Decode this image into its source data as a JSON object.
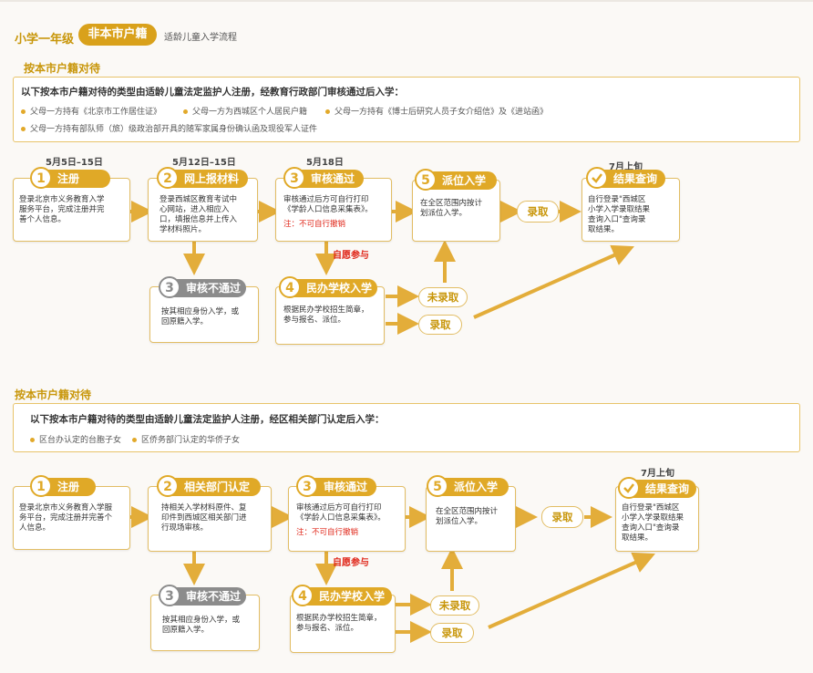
{
  "header": {
    "grade": "小学一年级",
    "tab": "非本市户籍",
    "subtitle": "适龄儿童入学流程"
  },
  "section1": {
    "title": "按本市户籍对待",
    "info_title": "以下按本市户籍对待的类型由适龄儿童法定监护人注册，经教育行政部门审核通过后入学：",
    "bullets": [
      "父母一方持有《北京市工作居住证》",
      "父母一方为西城区个人居民户籍",
      "父母一方持有《博士后研究人员子女介绍信》及《进站函》",
      "父母一方持有部队师（旅）级政治部开具的随军家属身份确认函及现役军人证件"
    ],
    "dates": [
      "5月5日–15日",
      "5月12日–15日",
      "5月18日",
      "7月上旬"
    ],
    "steps": [
      {
        "num": "1",
        "label": "注册",
        "text": [
          "登录北京市义务教育入学",
          "服务平台，完成注册并完",
          "善个人信息。"
        ]
      },
      {
        "num": "2",
        "label": "网上报材料",
        "text": [
          "登录西城区教育考试中",
          "心网站，进入相应入",
          "口，填报信息并上传入",
          "学材料照片。"
        ]
      },
      {
        "num": "3",
        "label": "审核通过",
        "text": [
          "审核通过后方可自行打印",
          "《学龄人口信息采集表》。"
        ],
        "note": "注：不可自行撤销"
      },
      {
        "num": "5",
        "label": "派位入学",
        "text": [
          "在全区范围内按计",
          "划派位入学。"
        ]
      },
      {
        "label": "结果查询",
        "text": [
          "自行登录\"西城区",
          "小学入学录取结果",
          "查询入口\"查询录",
          "取结果。"
        ]
      }
    ],
    "fail": {
      "num": "3",
      "label": "审核不通过",
      "text": [
        "按其相应身份入学，或",
        "回原籍入学。"
      ]
    },
    "private": {
      "num": "4",
      "label": "民办学校入学",
      "text": [
        "根据民办学校招生简章，",
        "参与报名、派位。"
      ]
    },
    "volunteer": "自愿参与",
    "admit": "录取",
    "not_admit": "未录取",
    "admit2": "录取"
  },
  "section2": {
    "title": "按本市户籍对待",
    "info_title": "以下按本市户籍对待的类型由适龄儿童法定监护人注册，经区相关部门认定后入学：",
    "bullets": [
      "区台办认定的台胞子女",
      "区侨务部门认定的华侨子女"
    ],
    "dates": [
      "7月上旬"
    ],
    "steps": [
      {
        "num": "1",
        "label": "注册",
        "text": [
          "登录北京市义务教育入学服",
          "务平台，完成注册并完善个",
          "人信息。"
        ]
      },
      {
        "num": "2",
        "label": "相关部门认定",
        "text": [
          "持相关入学材料原件、复",
          "印件到西城区相关部门进",
          "行现场审核。"
        ]
      },
      {
        "num": "3",
        "label": "审核通过",
        "text": [
          "审核通过后方可自行打印",
          "《学龄人口信息采集表》。"
        ],
        "note": "注：不可自行撤销"
      },
      {
        "num": "5",
        "label": "派位入学",
        "text": [
          "在全区范围内按计",
          "划派位入学。"
        ]
      },
      {
        "label": "结果查询",
        "text": [
          "自行登录\"西城区",
          "小学入学录取结果",
          "查询入口\"查询录",
          "取结果。"
        ]
      }
    ],
    "fail": {
      "num": "3",
      "label": "审核不通过",
      "text": [
        "按其相应身份入学，或",
        "回原籍入学。"
      ]
    },
    "private": {
      "num": "4",
      "label": "民办学校入学",
      "text": [
        "根据民办学校招生简章，",
        "参与报名、派位。"
      ]
    },
    "volunteer": "自愿参与",
    "admit": "录取",
    "not_admit": "未录取",
    "admit2": "录取"
  },
  "colors": {
    "accent": "#e0a927",
    "border": "#e2bd64",
    "gray": "#8c8c8c",
    "red": "#e0281b"
  }
}
